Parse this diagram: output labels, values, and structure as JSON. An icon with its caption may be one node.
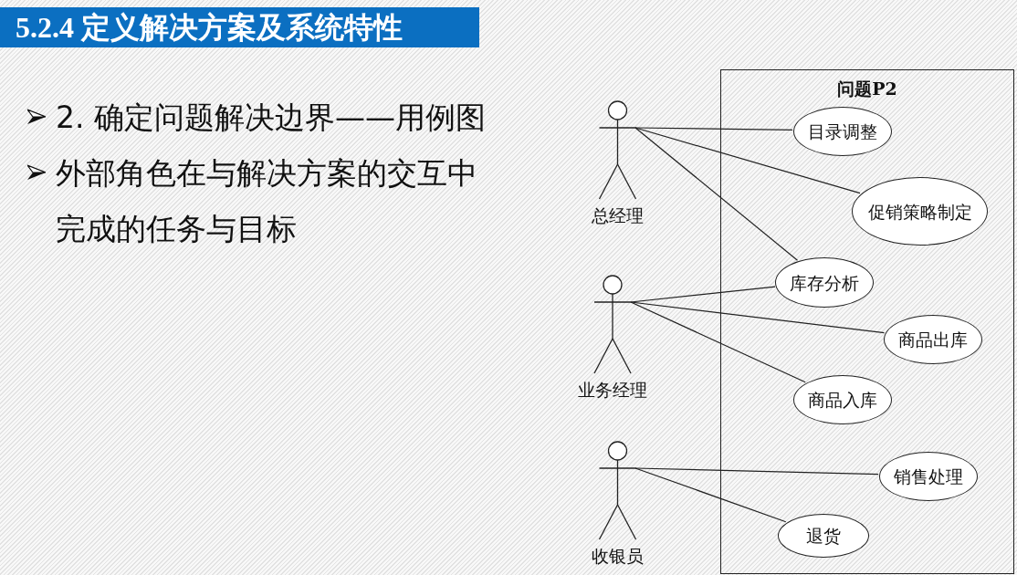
{
  "diagram": {
    "title": "5.2.4 定义解决方案及系统特性",
    "nodes": [
      {
        "text": [
          "总经理"
        ]
      },
      {
        "text": [
          "业务经理"
        ]
      },
      {
        "text": [
          "收银员"
        ]
      },
      {
        "text": [
          "问题P2"
        ]
      },
      {
        "text": [
          "目录调整"
        ],
        "in": 3
      },
      {
        "text": [
          "促销策略制定"
        ],
        "in": 3
      },
      {
        "text": [
          "库存分析"
        ],
        "in": 3
      },
      {
        "text": [
          "商品出库"
        ],
        "in": 3
      },
      {
        "text": [
          "商品入库"
        ],
        "in": 3
      },
      {
        "text": [
          "销售处理"
        ],
        "in": 3
      },
      {
        "text": [
          "退货"
        ],
        "in": 3
      }
    ],
    "edges": [
      {
        "from": 0,
        "to": 4,
        "arrow": "none"
      },
      {
        "from": 0,
        "to": 5,
        "arrow": "none"
      },
      {
        "from": 0,
        "to": 6,
        "arrow": "none"
      },
      {
        "from": 1,
        "to": 6,
        "arrow": "none"
      },
      {
        "from": 1,
        "to": 7,
        "arrow": "none"
      },
      {
        "from": 1,
        "to": 8,
        "arrow": "none"
      },
      {
        "from": 2,
        "to": 9,
        "arrow": "none"
      },
      {
        "from": 2,
        "to": 10,
        "arrow": "none"
      }
    ],
    "labels": [
      "2. 确定问题解决边界——用例图",
      "外部角色在与解决方案的交互中完成的任务与目标"
    ]
  }
}
